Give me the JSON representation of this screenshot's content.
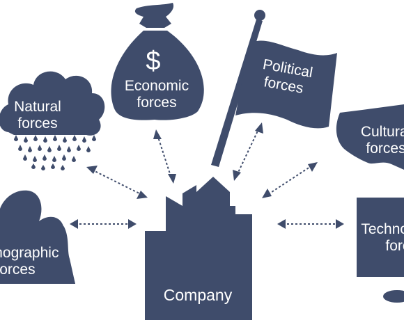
{
  "colors": {
    "shape": "#3f4c6b",
    "text": "#ffffff",
    "background": "#ffffff"
  },
  "nodes": {
    "company": {
      "label": "Company",
      "icon": "city-buildings-icon"
    },
    "economic": {
      "symbol": "$",
      "line1": "Economic",
      "line2": "forces",
      "icon": "money-bag-icon"
    },
    "natural": {
      "line1": "Natural",
      "line2": "forces",
      "icon": "rain-cloud-icon"
    },
    "political": {
      "line1": "Political",
      "line2": "forces",
      "icon": "flag-icon"
    },
    "cultural": {
      "line1": "Cultural",
      "line2": "forces",
      "icon": "map-icon"
    },
    "demographic": {
      "line1": "Demographic",
      "line2": "forces",
      "icon": "people-icon"
    },
    "technological": {
      "line1": "Technological",
      "line2": "forces",
      "icon": "computer-monitor-icon"
    }
  }
}
